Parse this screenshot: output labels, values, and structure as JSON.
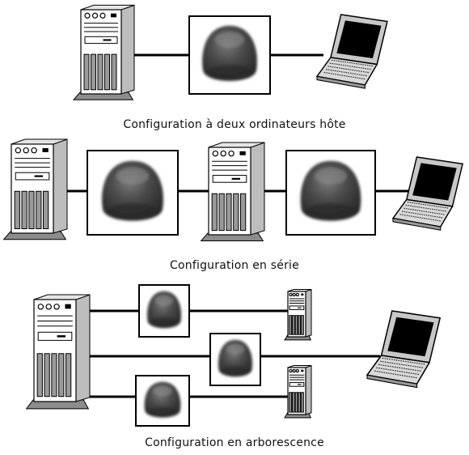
{
  "diagrams": [
    {
      "caption": "Configuration à deux ordinateurs hôte"
    },
    {
      "caption": "Configuration en série"
    },
    {
      "caption": "Configuration en arborescence"
    }
  ],
  "colors": {
    "line": "#000000",
    "tower_face": "#ffffff",
    "tower_side": "#bdbdbd",
    "tower_base": "#8c8c8c",
    "device_frame": "#000000",
    "device_body": "#3c3c3c",
    "screen": "#000000"
  },
  "icons": {
    "server": "tower-server-icon",
    "device": "dome-device-icon",
    "laptop": "laptop-icon"
  }
}
